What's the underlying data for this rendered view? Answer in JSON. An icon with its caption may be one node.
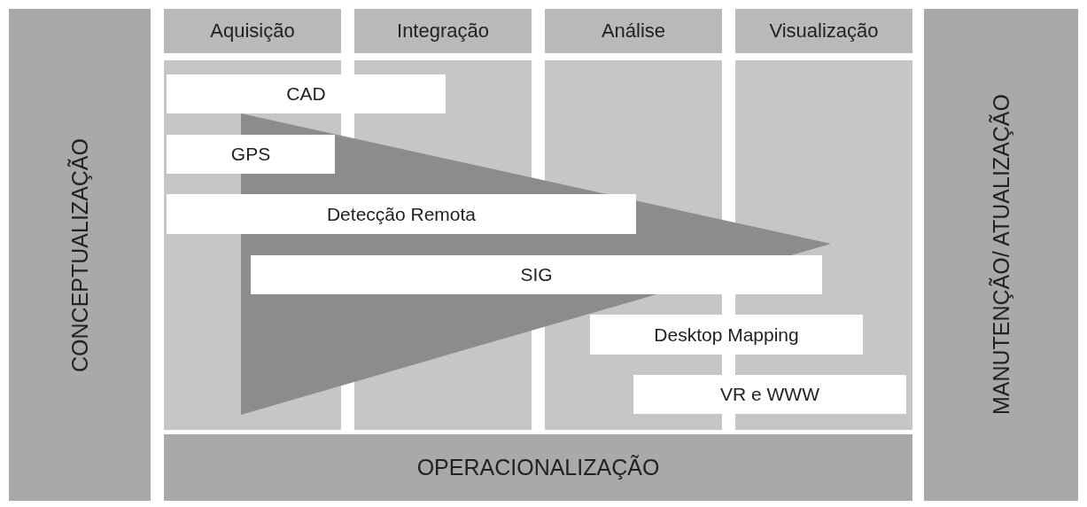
{
  "diagram": {
    "nodes": [
      {
        "text": [
          "CONCEPTUALIZAÇÃO"
        ]
      },
      {
        "text": [
          "Aquisição"
        ]
      },
      {
        "text": [
          "Integração"
        ]
      },
      {
        "text": [
          "Análise"
        ]
      },
      {
        "text": [
          "Visualização"
        ]
      },
      {
        "text": [
          "CAD"
        ]
      },
      {
        "text": [
          "GPS"
        ]
      },
      {
        "text": [
          "Detecção Remota"
        ]
      },
      {
        "text": [
          "SIG"
        ]
      },
      {
        "text": [
          "Desktop Mapping"
        ]
      },
      {
        "text": [
          "VR e WWW"
        ]
      },
      {
        "text": [
          "MANUTENÇÃO/ ATUALIZAÇÃO"
        ]
      },
      {
        "text": [
          "OPERACIONALIZAÇÃO"
        ]
      }
    ]
  }
}
